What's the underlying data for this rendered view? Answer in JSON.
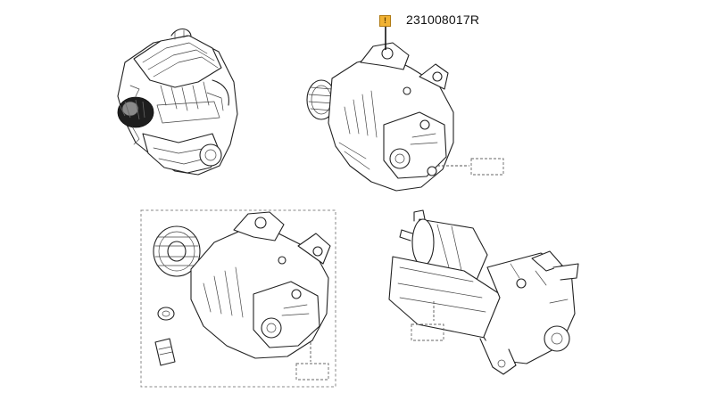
{
  "diagram": {
    "part_number": "231008017R",
    "marker_glyph": "!",
    "colors": {
      "marker_fill": "#f1b233",
      "line": "#222222",
      "background": "#ffffff"
    },
    "components": [
      {
        "id": "engine",
        "name_icon": "engine-assembly-icon"
      },
      {
        "id": "alternator-main",
        "name_icon": "alternator-icon"
      },
      {
        "id": "alternator-kit",
        "name_icon": "alternator-kit-icon"
      },
      {
        "id": "starter-motor",
        "name_icon": "starter-motor-icon"
      }
    ]
  }
}
